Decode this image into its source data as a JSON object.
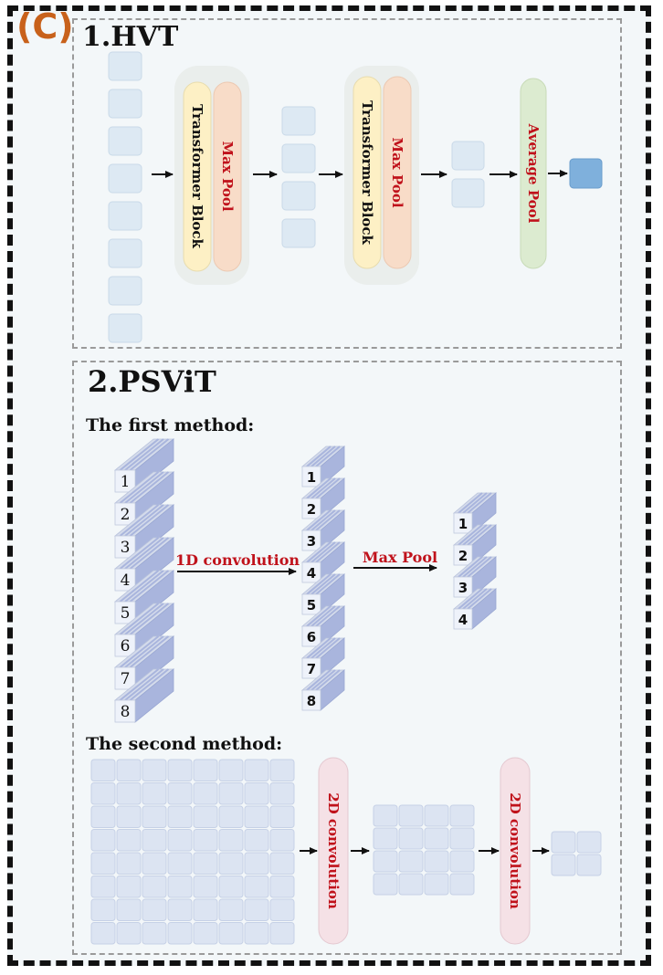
{
  "panel_label": "(C)",
  "hvt": {
    "title": "1.HVT",
    "transformer_label": "Transformer Block",
    "maxpool_label": "Max Pool",
    "avgpool_label": "Average Pool"
  },
  "psvit": {
    "title": "2.PSViT",
    "first_method": {
      "heading": "The first method:",
      "conv_label": "1D convolution",
      "pool_label": "Max Pool",
      "input_tokens": [
        "1",
        "2",
        "3",
        "4",
        "5",
        "6",
        "7",
        "8"
      ],
      "conv_tokens": [
        "1",
        "2",
        "3",
        "4",
        "5",
        "6",
        "7",
        "8"
      ],
      "pooled_tokens": [
        "1",
        "2",
        "3",
        "4"
      ]
    },
    "second_method": {
      "heading": "The second method:",
      "conv_label": "2D convolution",
      "grids": [
        8,
        4,
        2
      ]
    }
  },
  "colors": {
    "panel_letter": "#c8611b",
    "label_red": "#c0121b",
    "token_fill": "#dde9f3",
    "token_final": "#7fb0dc",
    "transformer_fill": "#fdf0c5",
    "maxpool_fill": "#f8dcc8",
    "avgpool_fill": "#dcebd0",
    "conv2d_fill": "#f5e1e6",
    "slab_face": "#d4dbeb",
    "slab_stripe": "#a9b5dd"
  }
}
